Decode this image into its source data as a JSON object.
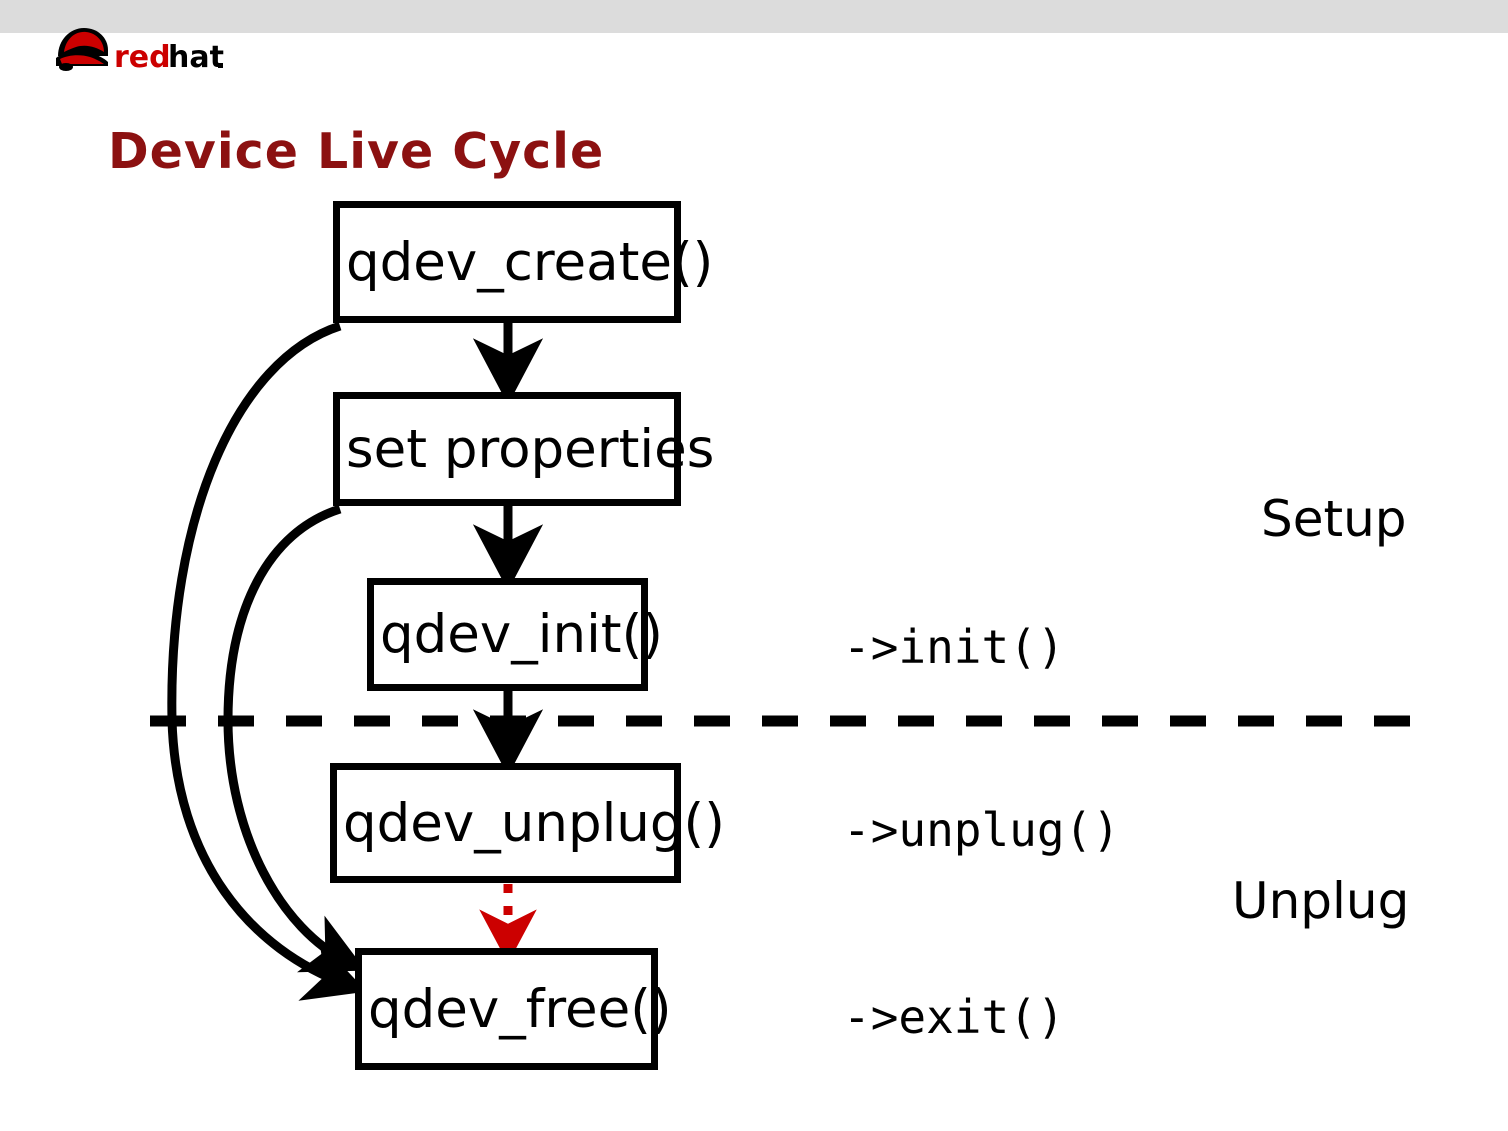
{
  "brand": {
    "name": "redhat",
    "logo_icon": "redhat-shadowman-logo",
    "logo_red": "#cc0000"
  },
  "slide": {
    "title": "Device Live Cycle",
    "title_color": "#8c1111",
    "topbar_color": "#dcdcdc",
    "background": "#ffffff"
  },
  "diagram": {
    "type": "flowchart",
    "nodes": [
      {
        "id": "qdev_create",
        "label": "qdev_create()"
      },
      {
        "id": "set_properties",
        "label": "set properties"
      },
      {
        "id": "qdev_init",
        "label": "qdev_init()"
      },
      {
        "id": "qdev_unplug",
        "label": "qdev_unplug()"
      },
      {
        "id": "qdev_free",
        "label": "qdev_free()"
      }
    ],
    "edges": [
      {
        "from": "qdev_create",
        "to": "set_properties",
        "style": "solid",
        "color": "#000000"
      },
      {
        "from": "set_properties",
        "to": "qdev_init",
        "style": "solid",
        "color": "#000000"
      },
      {
        "from": "qdev_init",
        "to": "qdev_unplug",
        "style": "solid",
        "color": "#000000"
      },
      {
        "from": "qdev_unplug",
        "to": "qdev_free",
        "style": "dotted",
        "color": "#cc0000"
      },
      {
        "from": "qdev_create",
        "to": "qdev_free",
        "style": "curved-solid",
        "color": "#000000"
      },
      {
        "from": "set_properties",
        "to": "qdev_free",
        "style": "curved-solid",
        "color": "#000000"
      }
    ],
    "callbacks": [
      {
        "for": "qdev_init",
        "label": "->init()"
      },
      {
        "for": "qdev_unplug",
        "label": "->unplug()"
      },
      {
        "for": "qdev_free",
        "label": "->exit()"
      }
    ],
    "phases": [
      {
        "id": "setup",
        "label": "Setup"
      },
      {
        "id": "unplug",
        "label": "Unplug"
      }
    ],
    "separator": {
      "style": "dashed",
      "color": "#000000"
    }
  }
}
